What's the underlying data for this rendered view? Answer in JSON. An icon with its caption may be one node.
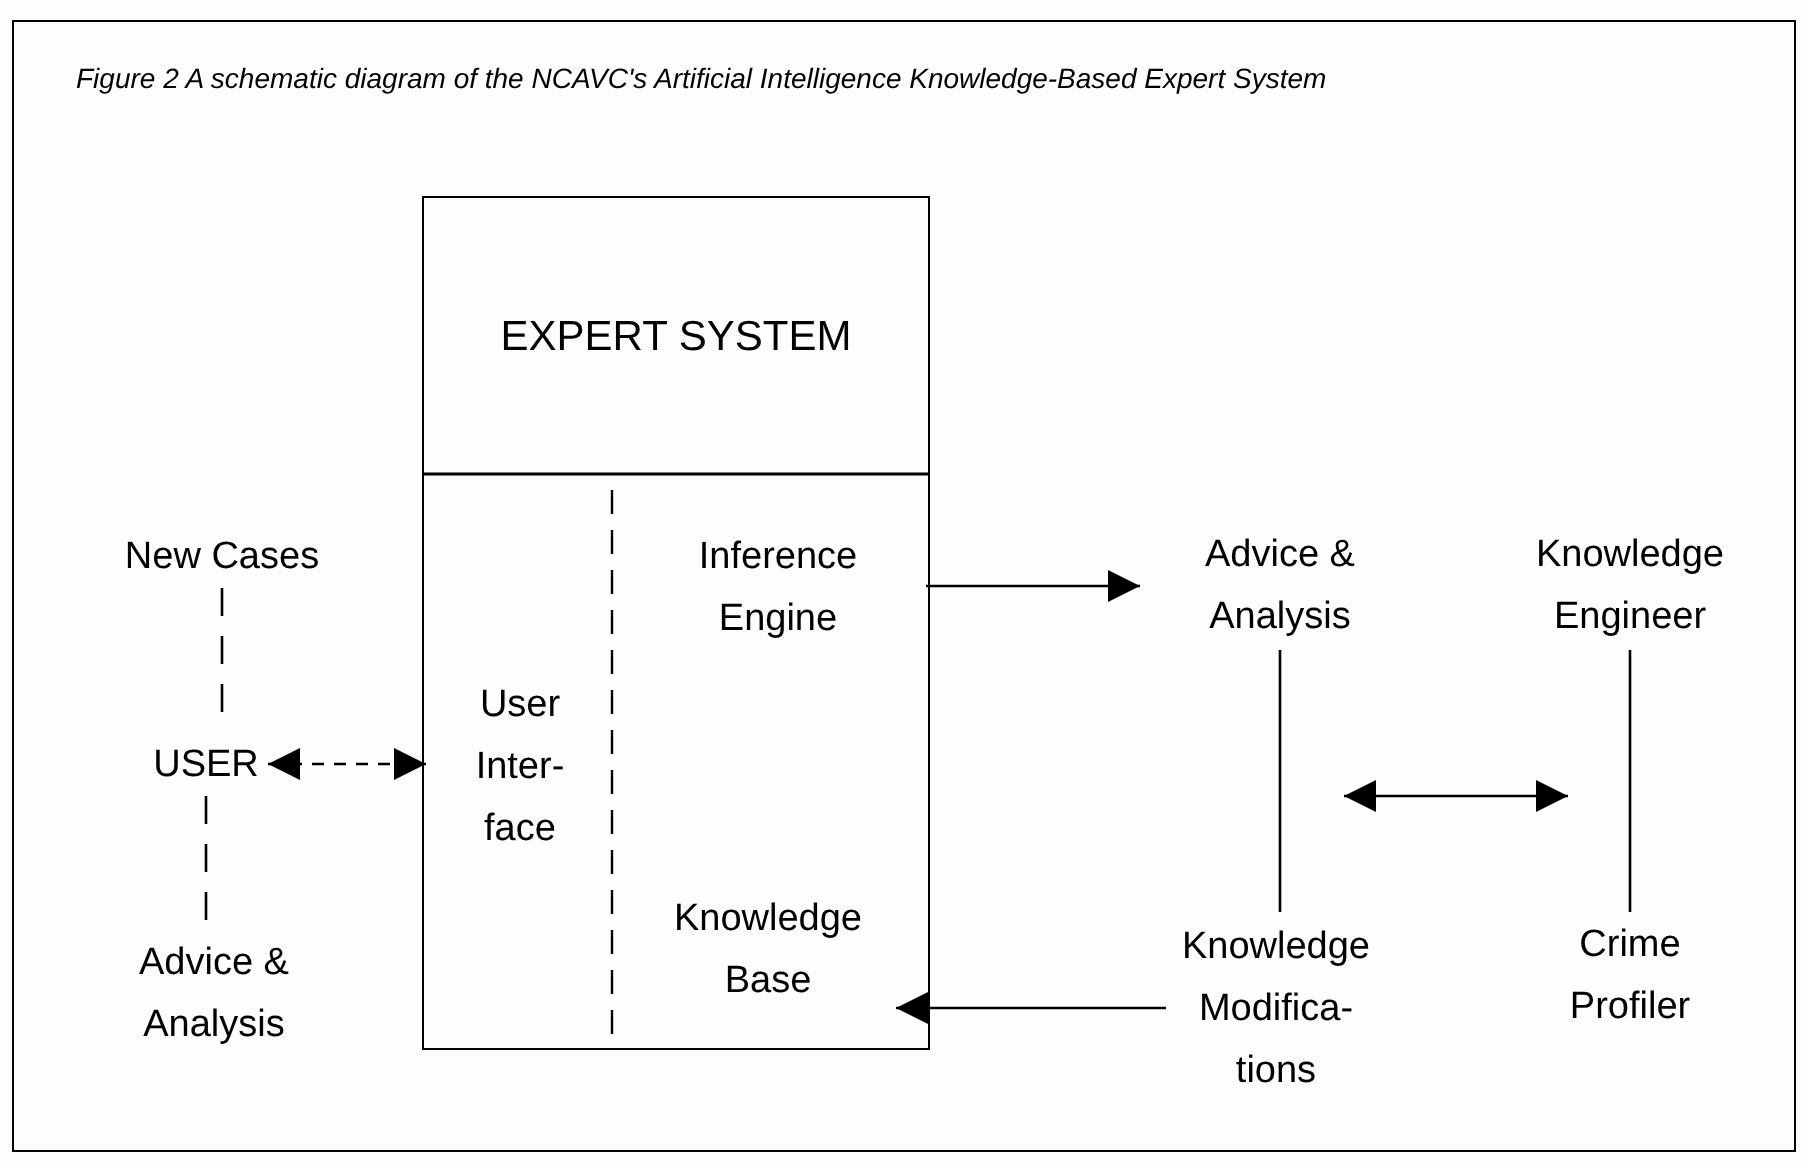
{
  "diagram": {
    "title": "Figure 2 A schematic diagram of the NCAVC's Artificial Intelligence Knowledge-Based Expert System",
    "nodes": [
      {
        "text": [
          "EXPERT SYSTEM"
        ]
      },
      {
        "text": [
          "User Inter- face"
        ],
        "in": 0
      },
      {
        "text": [
          "Inference Engine"
        ],
        "in": 0
      },
      {
        "text": [
          "Knowledge Base"
        ],
        "in": 0
      },
      {
        "text": [
          "New Cases"
        ]
      },
      {
        "text": [
          "USER"
        ]
      },
      {
        "text": [
          "Advice & Analysis"
        ]
      },
      {
        "text": [
          "Advice & Analysis"
        ]
      },
      {
        "text": [
          "Knowledge Engineer"
        ]
      },
      {
        "text": [
          "Knowledge Modifica- tions"
        ]
      },
      {
        "text": [
          "Crime Profiler"
        ]
      }
    ],
    "edges": [
      {
        "from": 4,
        "to": 5,
        "arrow": "none",
        "style": "dashed"
      },
      {
        "from": 5,
        "to": 6,
        "arrow": "none",
        "style": "dashed"
      },
      {
        "from": 5,
        "to": 1,
        "arrow": "both",
        "style": "dashed"
      },
      {
        "from": 2,
        "to": 7,
        "arrow": "to"
      },
      {
        "from": 9,
        "to": 3,
        "arrow": "to"
      },
      {
        "from": 7,
        "to": 9,
        "arrow": "none"
      },
      {
        "from": 8,
        "to": 10,
        "arrow": "none"
      }
    ]
  }
}
